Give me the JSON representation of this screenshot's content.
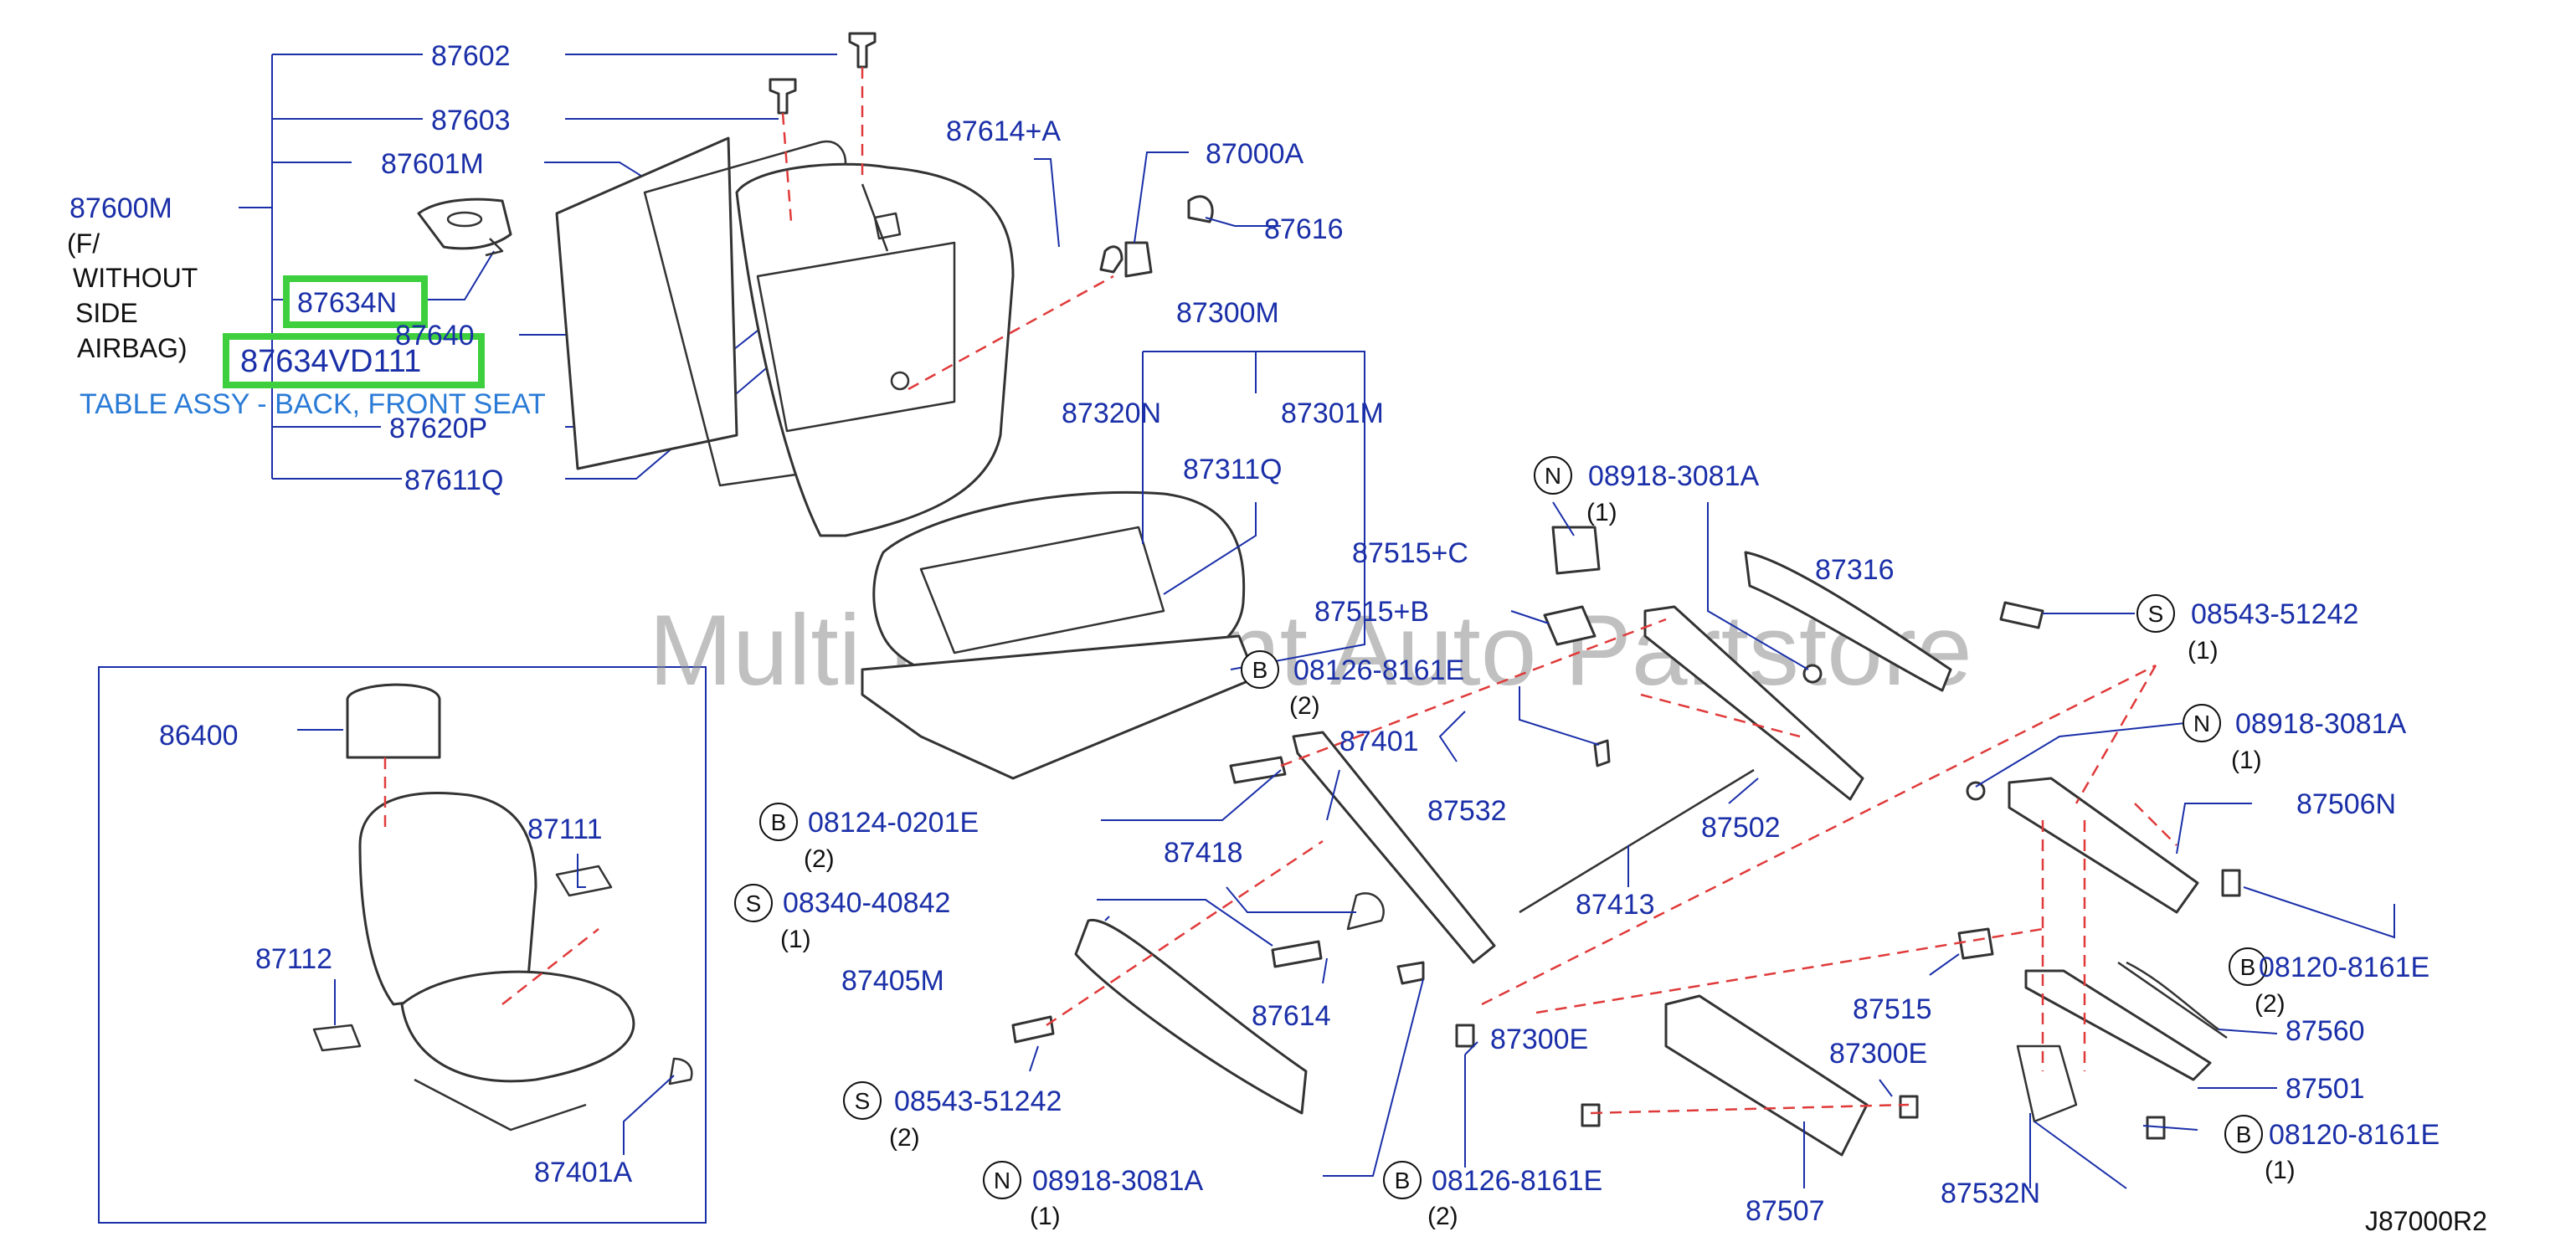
{
  "diagram": {
    "labels": {
      "p87602": "87602",
      "p87603": "87603",
      "p87601M": "87601M",
      "p87600M": "87600M",
      "note_line1": "(F/",
      "note_line2": "WITHOUT",
      "note_line3": "SIDE",
      "note_line4": "AIRBAG)",
      "p87634N": "87634N",
      "p87640": "87640",
      "p87634VD111": "87634VD111",
      "table_caption": "TABLE ASSY - BACK, FRONT SEAT",
      "p87620P": "87620P",
      "p87611Q": "87611Q",
      "p87614A": "87614+A",
      "p87000A": "87000A",
      "p87616": "87616",
      "p87300M": "87300M",
      "p87320N": "87320N",
      "p87301M": "87301M",
      "p87311Q": "87311Q",
      "p08918_top": "08918-3081A",
      "q08918_top": "(1)",
      "p87515C": "87515+C",
      "p87316": "87316",
      "p87515B": "87515+B",
      "p08543_right": "08543-51242",
      "q08543_right": "(1)",
      "p08126_top": "08126-8161E",
      "q08126_top": "(2)",
      "p87401": "87401",
      "p08918_right": "08918-3081A",
      "q08918_right": "(1)",
      "p87532": "87532",
      "p87502": "87502",
      "p87506N": "87506N",
      "p86400": "86400",
      "p08124": "08124-0201E",
      "q08124": "(2)",
      "p87111": "87111",
      "p87418": "87418",
      "p87413": "87413",
      "p08340": "08340-40842",
      "q08340": "(1)",
      "p08120_mid": "08120-8161E",
      "q08120_mid": "(2)",
      "p87112": "87112",
      "p87405M": "87405M",
      "p87614": "87614",
      "p87515": "87515",
      "p87560": "87560",
      "p87300E_a": "87300E",
      "p87300E_b": "87300E",
      "p87501": "87501",
      "p08543_left": "08543-51242",
      "q08543_left": "(2)",
      "p08120_bot": "08120-8161E",
      "q08120_bot": "(1)",
      "p87401A": "87401A",
      "p08918_bot": "08918-3081A",
      "q08918_bot": "(1)",
      "p08126_bot": "08126-8161E",
      "q08126_bot": "(2)",
      "p87507": "87507",
      "p87532N": "87532N",
      "diagram_code": "J87000R2"
    },
    "markers": {
      "N": "N",
      "B": "B",
      "S": "S"
    },
    "watermark": "Multi Merchant Auto Partstore",
    "colors": {
      "label": "#1a2fa8",
      "highlight": "#3ecf3e",
      "caption": "#2a7bd6",
      "dashed_leader": "#e03a3a",
      "watermark": "#8c8c8c"
    }
  }
}
